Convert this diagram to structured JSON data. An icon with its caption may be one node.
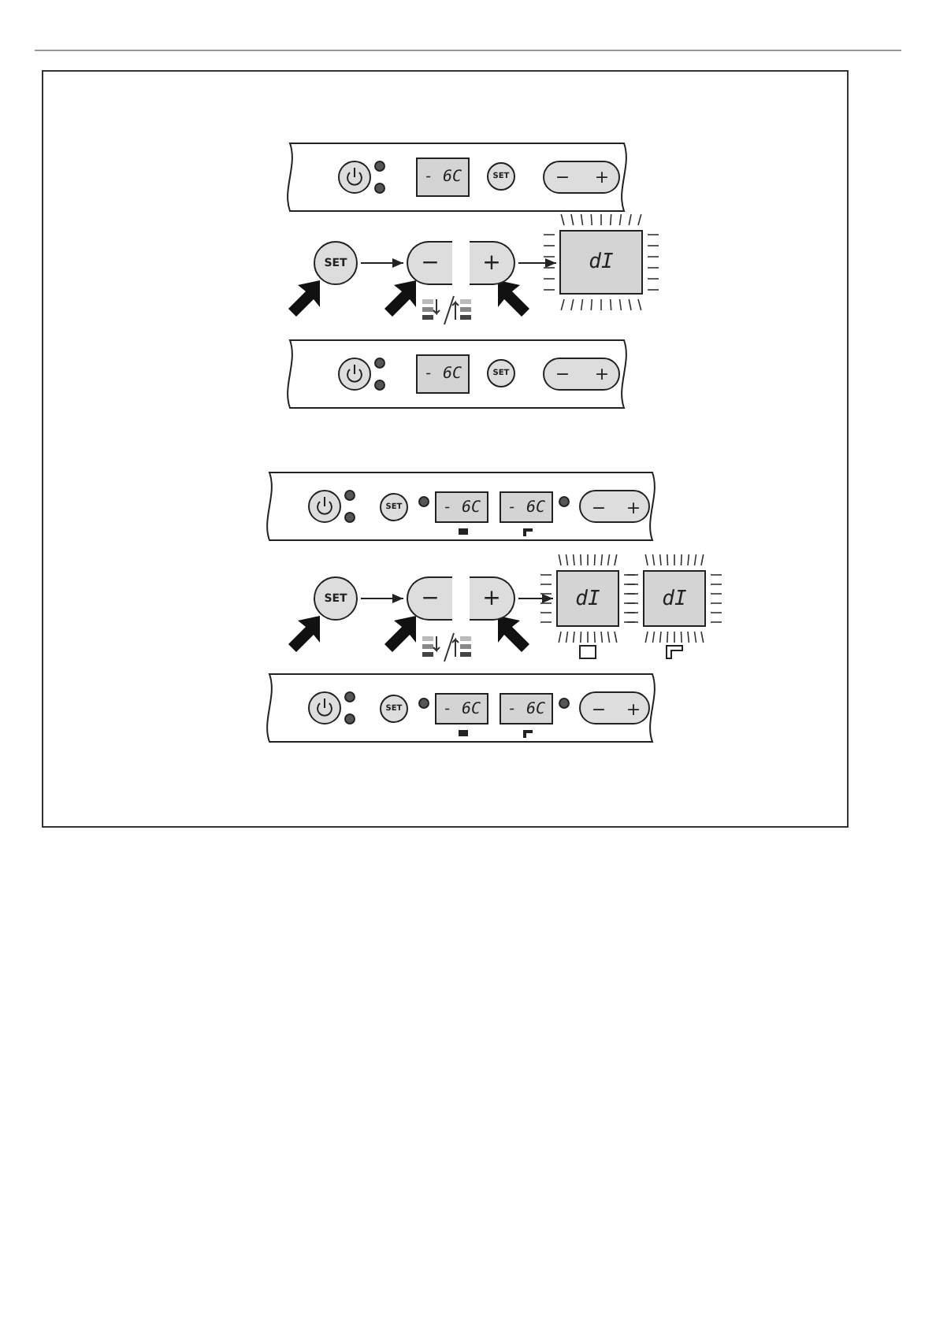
{
  "diagram": {
    "nodes": [
      {
        "text": [
          "SET"
        ]
      },
      {
        "text": [
          "−"
        ]
      },
      {
        "text": [
          "+"
        ]
      },
      {
        "text": [
          "dI"
        ]
      },
      {
        "text": [
          "SET"
        ]
      },
      {
        "text": [
          "−"
        ]
      },
      {
        "text": [
          "+"
        ]
      },
      {
        "text": [
          "dI"
        ]
      },
      {
        "text": [
          "dI"
        ]
      }
    ],
    "edges": [
      {
        "from": 0,
        "to": 1,
        "arrow": "to"
      },
      {
        "from": 2,
        "to": 3,
        "arrow": "to"
      },
      {
        "from": 4,
        "to": 5,
        "arrow": "to"
      },
      {
        "from": 6,
        "to": 7,
        "arrow": "to"
      },
      {
        "from": null,
        "to": 0,
        "arrow": "to",
        "style": "thick"
      },
      {
        "from": null,
        "to": 1,
        "arrow": "to",
        "style": "thick"
      },
      {
        "from": null,
        "to": 2,
        "arrow": "to",
        "style": "thick"
      },
      {
        "from": null,
        "to": 4,
        "arrow": "to",
        "style": "thick"
      },
      {
        "from": null,
        "to": 5,
        "arrow": "to",
        "style": "thick"
      },
      {
        "from": null,
        "to": 6,
        "arrow": "to",
        "style": "thick"
      }
    ],
    "labels": [
      "- 6C",
      "SET",
      "−",
      "+",
      "- 6C",
      "SET",
      "−",
      "+",
      "SET",
      "- 6C",
      "- 6C",
      "−",
      "+",
      "SET",
      "- 6C",
      "- 6C",
      "−",
      "+"
    ]
  }
}
